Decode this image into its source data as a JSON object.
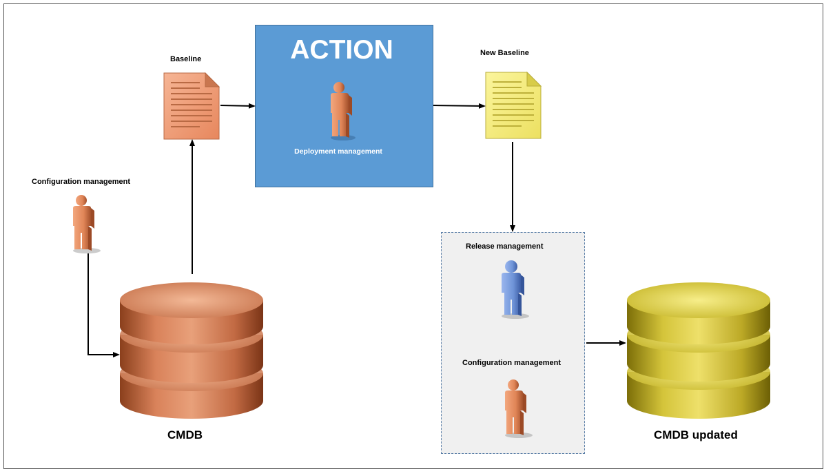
{
  "baseline": {
    "label": "Baseline"
  },
  "new_baseline": {
    "label": "New Baseline"
  },
  "action": {
    "title": "ACTION",
    "subtitle": "Deployment management"
  },
  "config_actor": {
    "label": "Configuration management"
  },
  "release_group": {
    "release_label": "Release management",
    "config_label": "Configuration management"
  },
  "cmdb": {
    "label": "CMDB"
  },
  "cmdb_updated": {
    "label": "CMDB updated"
  },
  "colors": {
    "copper": "#d9825a",
    "gold": "#d4c43a",
    "action_blue": "#5b9bd5",
    "release_blue": "#6f94d8",
    "doc_orange": "#f0a07a",
    "doc_yellow": "#f4ec7a"
  },
  "icons": [
    "document-icon",
    "person-icon",
    "database-icon",
    "arrow-icon"
  ]
}
